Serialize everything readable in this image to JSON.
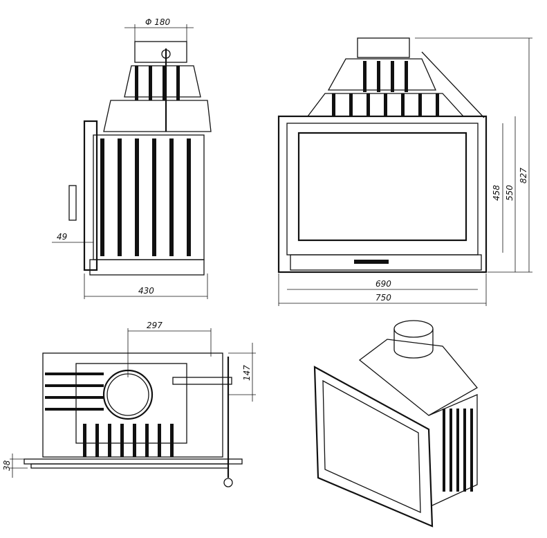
{
  "dimensions": {
    "flue_diameter": "Φ 180",
    "side_offset": "49",
    "depth": "430",
    "door_width": "690",
    "total_width": "750",
    "glass_height": "458",
    "door_height": "550",
    "total_height": "827",
    "flue_offset": "297",
    "flue_depth": "147",
    "base_height": "38"
  },
  "colors": {
    "line": "#111111",
    "background": "#ffffff"
  }
}
